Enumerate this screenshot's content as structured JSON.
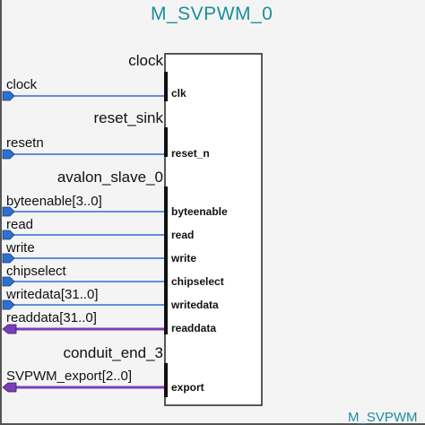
{
  "component": {
    "title": "M_SVPWM_0",
    "footer_label": "M_SVPWM"
  },
  "interfaces": [
    {
      "name": "clock",
      "ports": [
        {
          "external": "clock",
          "internal": "clk",
          "direction": "in"
        }
      ]
    },
    {
      "name": "reset_sink",
      "ports": [
        {
          "external": "resetn",
          "internal": "reset_n",
          "direction": "in"
        }
      ]
    },
    {
      "name": "avalon_slave_0",
      "ports": [
        {
          "external": "byteenable[3..0]",
          "internal": "byteenable",
          "direction": "in"
        },
        {
          "external": "read",
          "internal": "read",
          "direction": "in"
        },
        {
          "external": "write",
          "internal": "write",
          "direction": "in"
        },
        {
          "external": "chipselect",
          "internal": "chipselect",
          "direction": "in"
        },
        {
          "external": "writedata[31..0]",
          "internal": "writedata",
          "direction": "in"
        },
        {
          "external": "readdata[31..0]",
          "internal": "readdata",
          "direction": "out"
        }
      ]
    },
    {
      "name": "conduit_end_3",
      "ports": [
        {
          "external": "SVPWM_export[2..0]",
          "internal": "export",
          "direction": "out"
        }
      ]
    }
  ],
  "colors": {
    "input_wire": "#2f6fd0",
    "output_wire": "#7a3fb8",
    "title_text": "#1a8f9a",
    "box_border": "#222222"
  }
}
